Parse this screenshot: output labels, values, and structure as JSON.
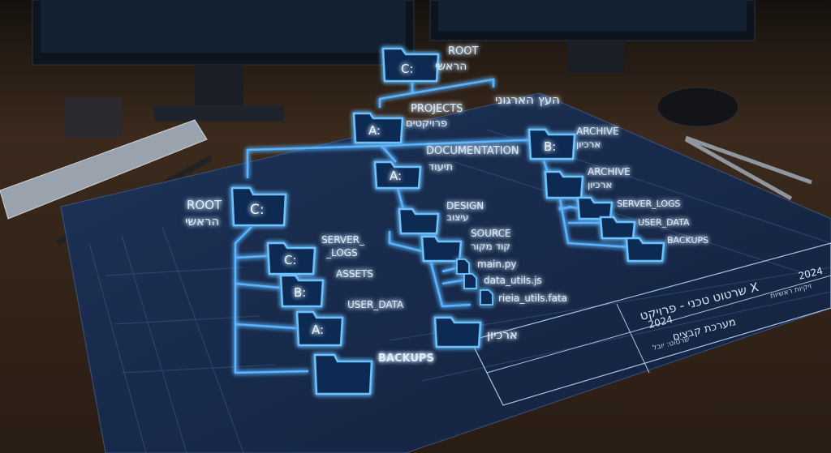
{
  "colors": {
    "glow": "#5ab4ff",
    "glow_soft": "#2f7fe0",
    "blueprint": "#1a2f52",
    "desk": "#3a2a1e",
    "line": "#bfe0ff"
  },
  "title_he": "העץ הארגוני",
  "tree": {
    "root_top": {
      "drive": "C:",
      "en": "ROOT",
      "he": "הראשי"
    },
    "projects": {
      "drive": "A:",
      "en": "PROJECTS",
      "he": "פרויקטים"
    },
    "archive_top": {
      "drive": "B:",
      "en": "ARCHIVE",
      "he": "ארכיון"
    },
    "documentation": {
      "drive": "A:",
      "en": "DOCUMENTATION",
      "he": "תיעוד"
    },
    "root_left": {
      "drive": "C:",
      "en": "ROOT",
      "he": "הראשי"
    },
    "server_logs": {
      "drive": "C:",
      "en": "SERVER_",
      "en2": "_LOGS"
    },
    "assets": {
      "drive": "B:",
      "en": "ASSETS"
    },
    "user_data": {
      "drive": "A:",
      "en": "USER_DATA"
    },
    "backups": {
      "en": "BACKUPS"
    },
    "design": {
      "en": "DESIGN",
      "he": "עיצוב"
    },
    "source": {
      "en": "SOURCE",
      "he": "קוד מקור"
    },
    "files": [
      "main.py",
      "data_utils.js",
      "rieia_utils.fata"
    ],
    "archive_he": "ארכיון",
    "archive_right": {
      "en": "ARCHIVE",
      "he": "ארכיון"
    },
    "right_items": [
      "SERVER_LOGS",
      "USER_DATA",
      "BACKUPS"
    ]
  },
  "title_block": {
    "line1": "שרטוט טכני - פרויקט X",
    "line2": "מערכת קבצים",
    "year1": "2024",
    "year2": "2024",
    "sub1": "שרטוט: יובל",
    "sub2": "זיקיות ראשיות"
  }
}
